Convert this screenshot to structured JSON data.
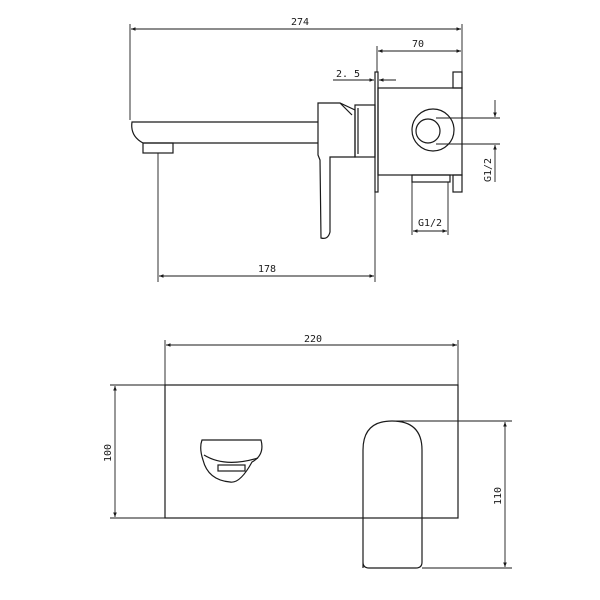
{
  "colors": {
    "line": "#1a1a1a",
    "background": "#ffffff"
  },
  "side_view": {
    "overall_length": "274",
    "box_depth": "70",
    "plate_thickness": "2. 5",
    "outlet_to_wall": "178",
    "inlet_side": "G1/2",
    "inlet_bottom": "G1/2"
  },
  "front_view": {
    "plate_width": "220",
    "plate_height": "100",
    "handle_height": "110"
  }
}
